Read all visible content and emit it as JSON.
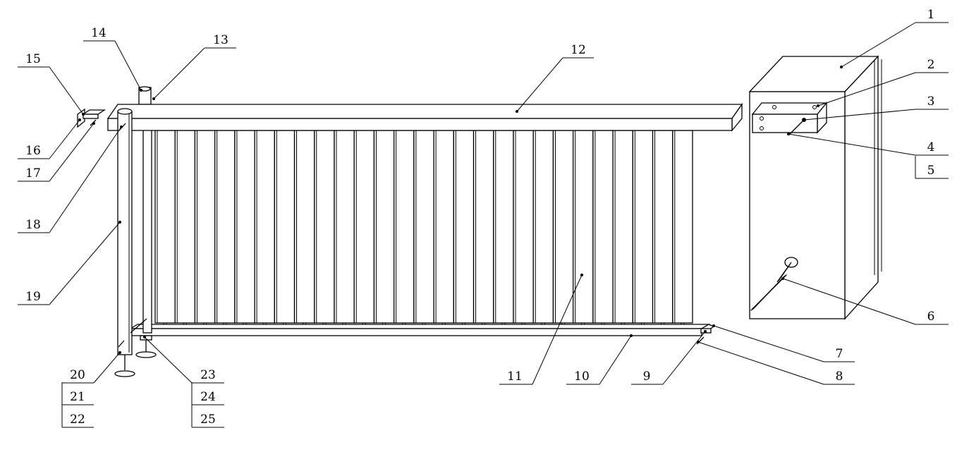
{
  "figure": {
    "labels": [
      "1",
      "2",
      "3",
      "4",
      "5",
      "6",
      "7",
      "8",
      "9",
      "10",
      "11",
      "12",
      "13",
      "14",
      "15",
      "16",
      "17",
      "18",
      "19",
      "20",
      "21",
      "22",
      "23",
      "24",
      "25"
    ],
    "slat_count": 27
  }
}
